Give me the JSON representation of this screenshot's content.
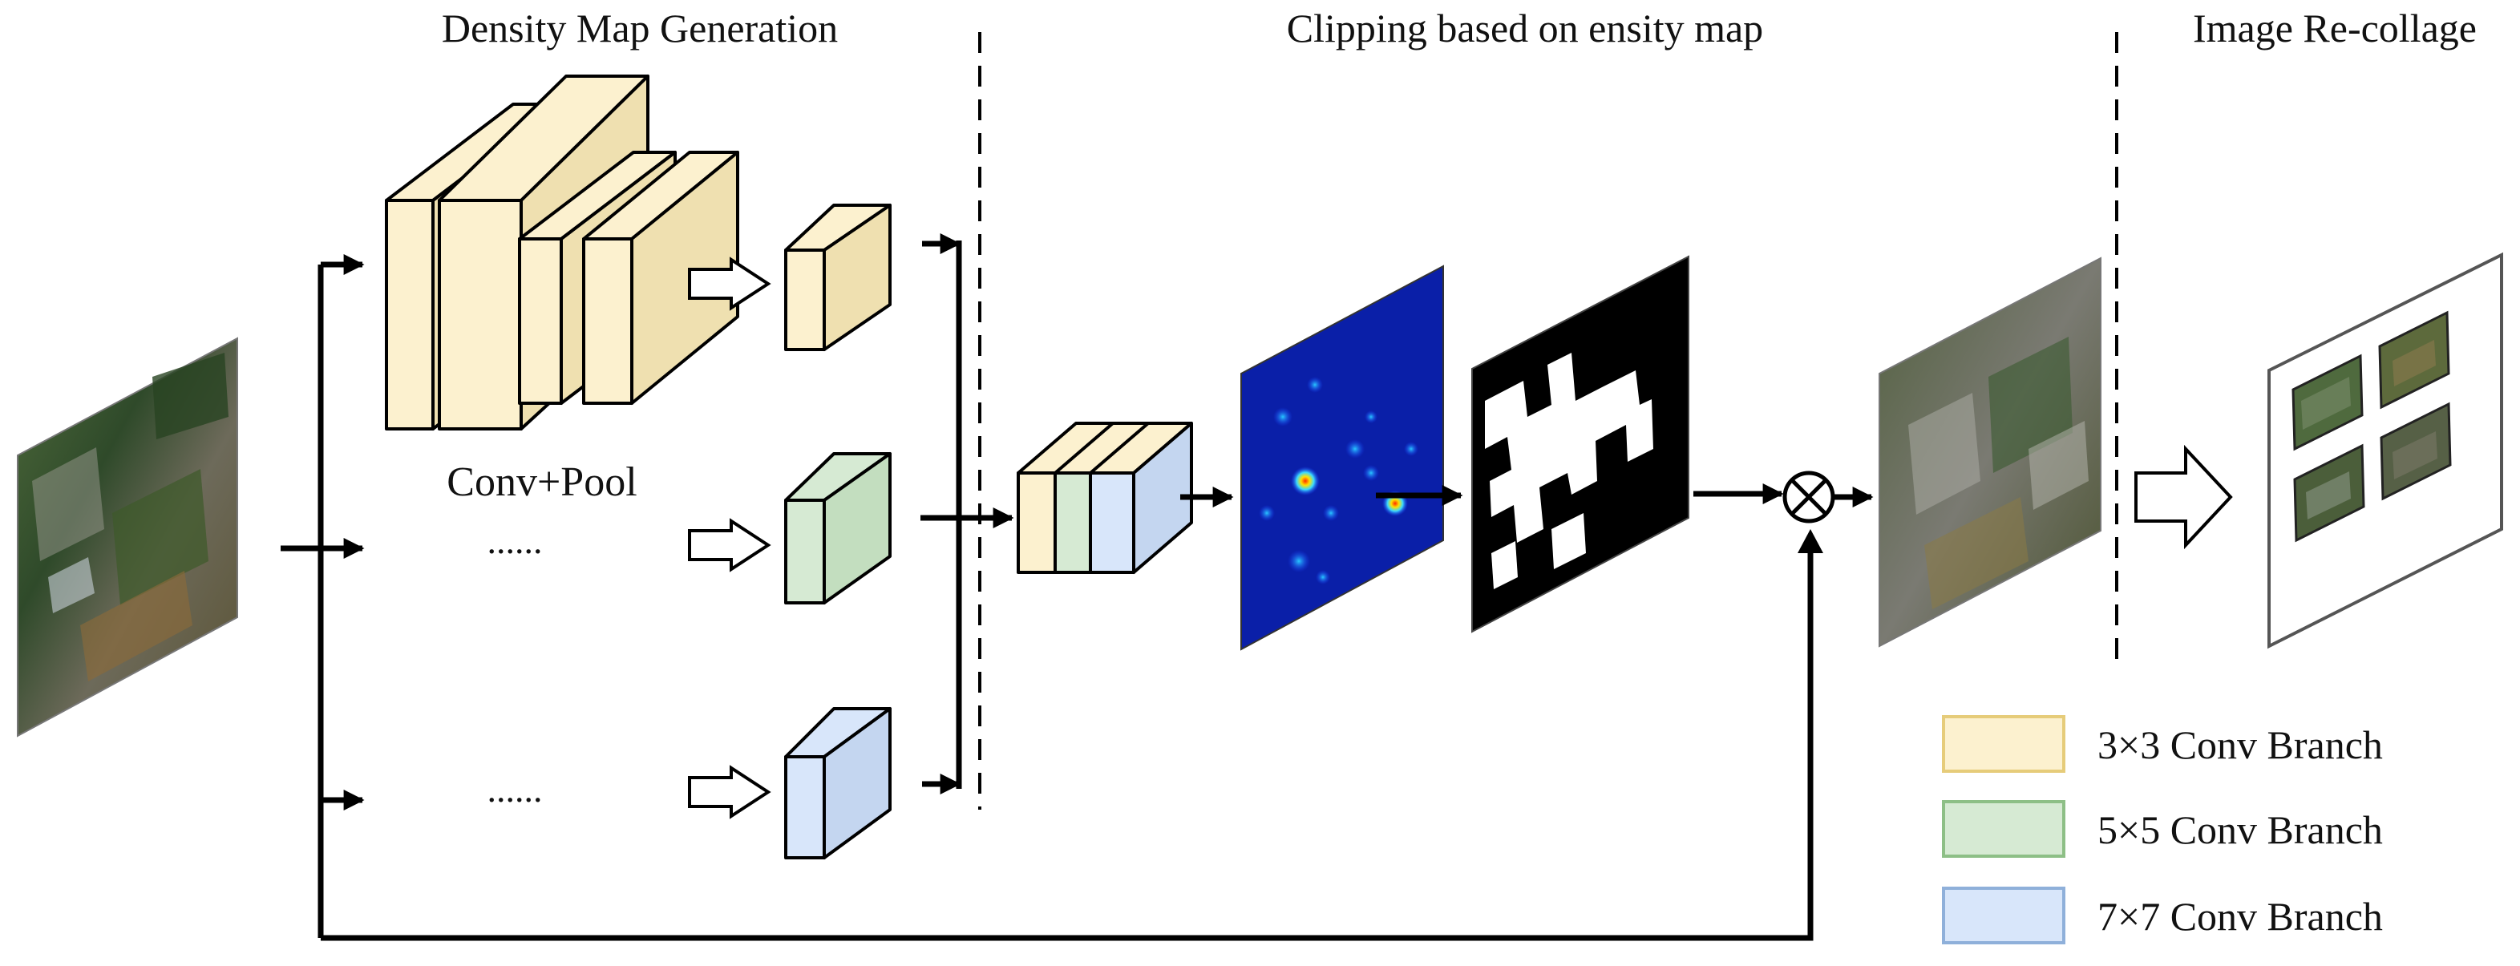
{
  "sections": {
    "density": "Density Map Generation",
    "clipping": "Clipping based on ensity map",
    "recollage": "Image Re-collage"
  },
  "labels": {
    "conv_pool": "Conv+Pool",
    "dots_middle": "......",
    "dots_bottom": "......"
  },
  "legend": [
    {
      "label": "3×3 Conv Branch",
      "color": "#FCF1CF",
      "border": "#E6CC7A"
    },
    {
      "label": "5×5 Conv Branch",
      "color": "#D6EAD3",
      "border": "#8DBF86"
    },
    {
      "label": "7×7 Conv Branch",
      "color": "#D8E6FA",
      "border": "#8FB0DA"
    }
  ],
  "colors": {
    "yellow": "#FCF1CF",
    "green": "#D6EAD3",
    "blue": "#D8E6FA",
    "heatmap_bg": "#0A1FA8",
    "stroke": "#000000"
  },
  "icons": {
    "combine": "circle-times-icon",
    "hollow_arrow": "hollow-arrow-icon"
  }
}
